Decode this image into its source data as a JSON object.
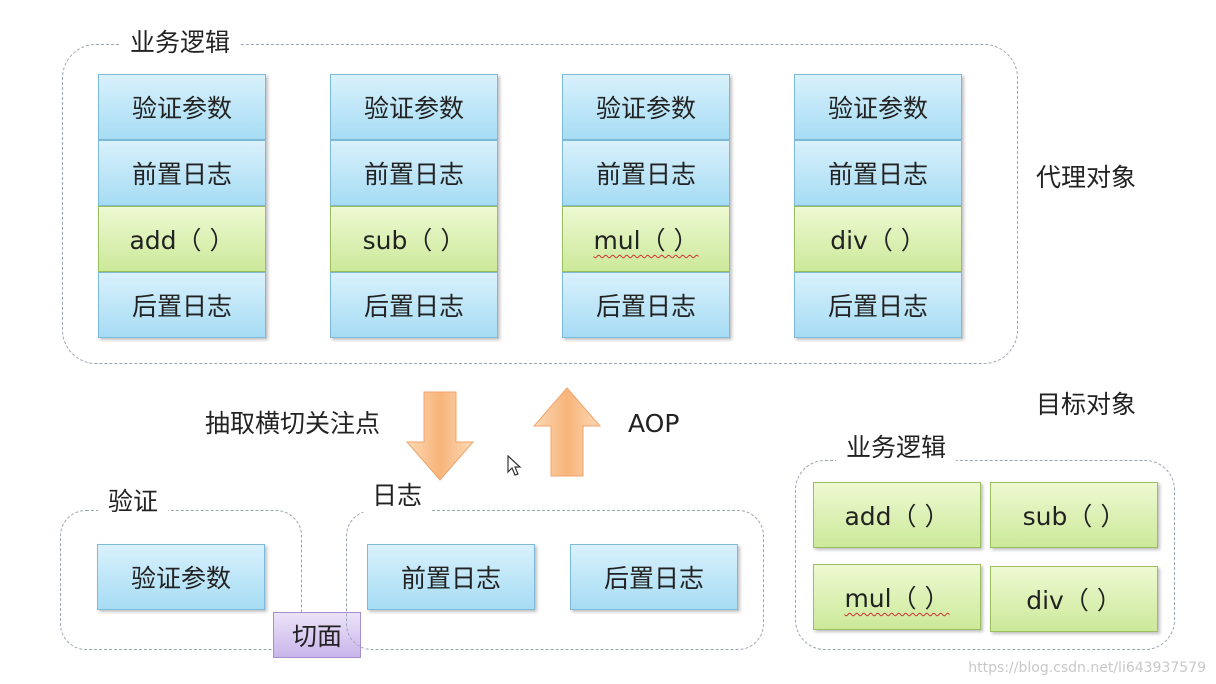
{
  "proxy": {
    "group_title": "业务逻辑",
    "side_label": "代理对象",
    "columns": [
      {
        "validate": "验证参数",
        "pre_log": "前置日志",
        "method": "add（ ）",
        "post_log": "后置日志"
      },
      {
        "validate": "验证参数",
        "pre_log": "前置日志",
        "method": "sub（ ）",
        "post_log": "后置日志"
      },
      {
        "validate": "验证参数",
        "pre_log": "前置日志",
        "method": "mul（ ）",
        "post_log": "后置日志"
      },
      {
        "validate": "验证参数",
        "pre_log": "前置日志",
        "method": "div（ ）",
        "post_log": "后置日志"
      }
    ]
  },
  "arrows": {
    "extract_label": "抽取横切关注点",
    "aop_label": "AOP"
  },
  "target": {
    "side_label": "目标对象",
    "group_title": "业务逻辑",
    "methods": [
      "add（ ）",
      "sub（ ）",
      "mul（ ）",
      "div（ ）"
    ]
  },
  "validation_group": {
    "title": "验证",
    "item": "验证参数"
  },
  "aspect_label": "切面",
  "log_group": {
    "title": "日志",
    "items": [
      "前置日志",
      "后置日志"
    ]
  },
  "watermark": "https://blog.csdn.net/li643937579",
  "colors": {
    "blue_box": "#a6dcf4",
    "green_box": "#cce99a",
    "purple_box": "#c9b5ea",
    "arrow": "#f7b47a"
  }
}
